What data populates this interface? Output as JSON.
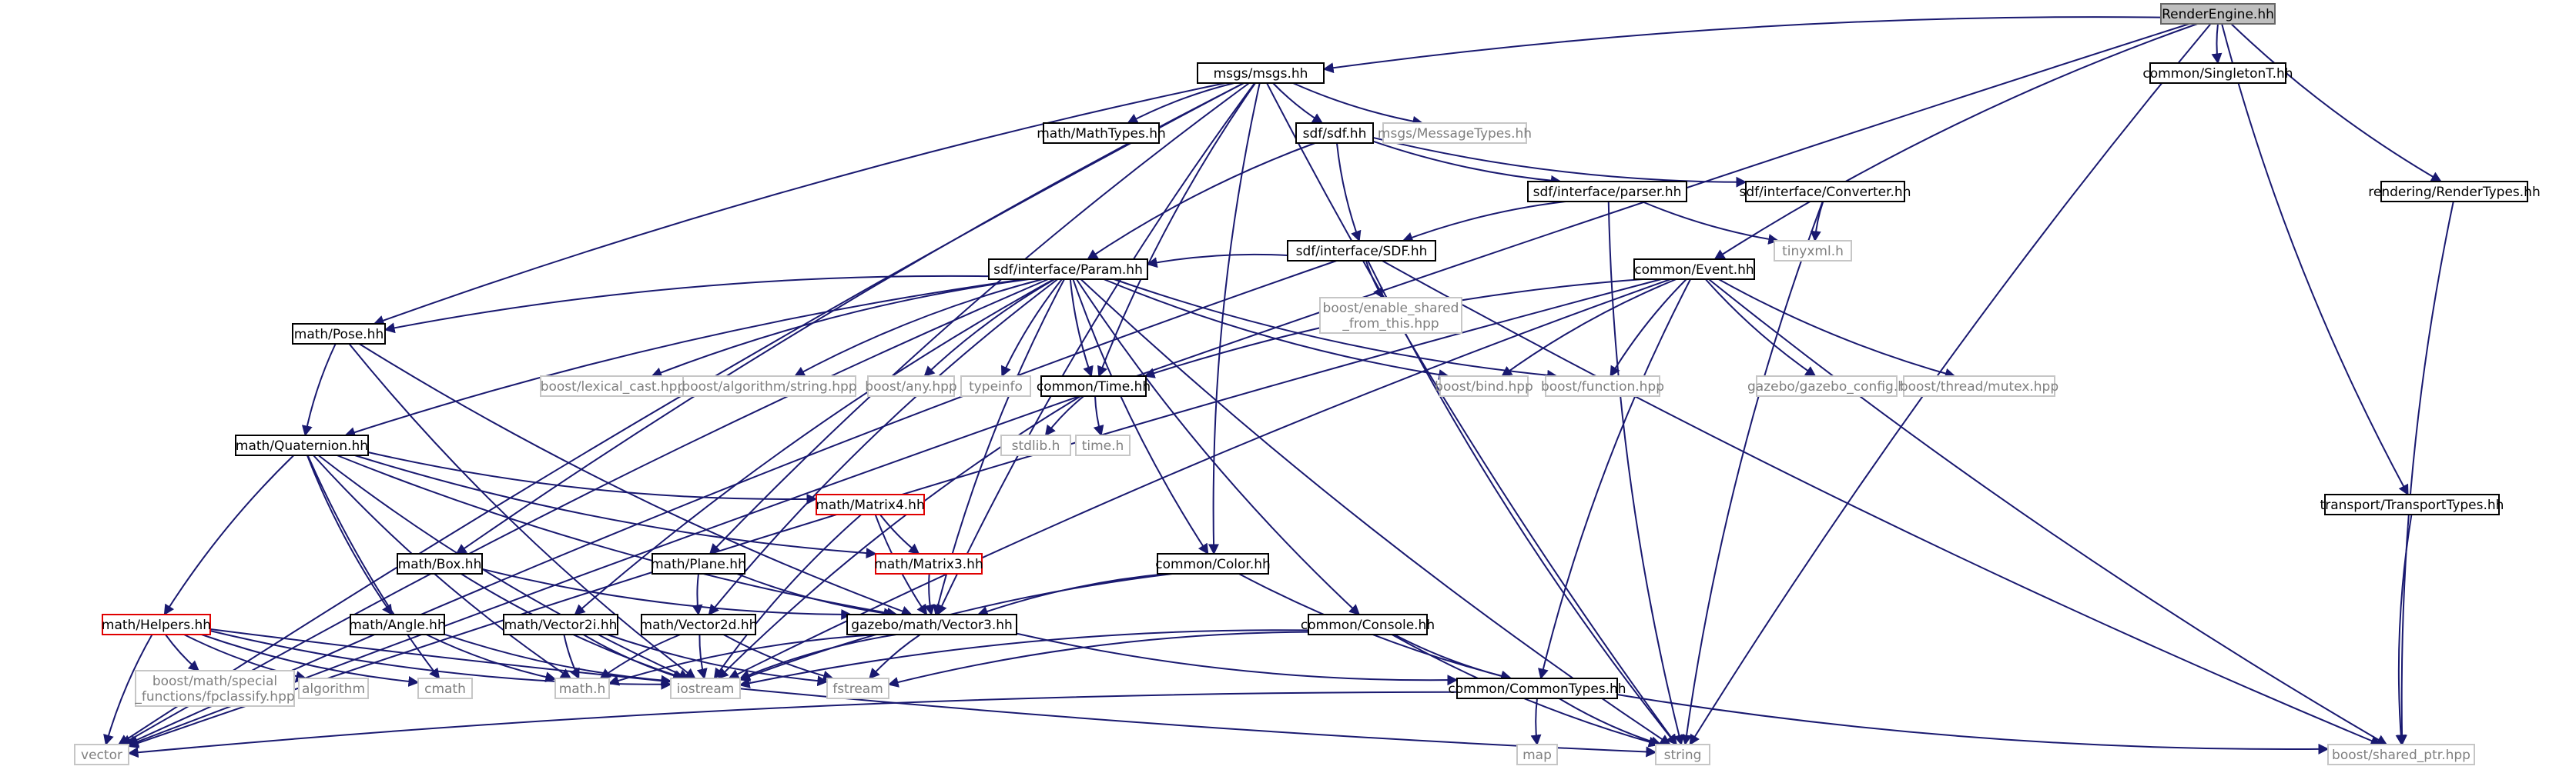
{
  "colors": {
    "edge": "#191970",
    "edge_system": "#9a9a9a",
    "border": "#000000",
    "border_root": "#666666",
    "fill_root": "#bfbfbf",
    "border_truncated": "#e00000",
    "border_system": "#c6c6c6",
    "text": "#000000",
    "text_system": "#7f7f7f"
  },
  "nodes": [
    {
      "id": "render_engine",
      "label": "RenderEngine.hh",
      "kind": "root"
    },
    {
      "id": "msgs",
      "label": "msgs/msgs.hh",
      "kind": "header"
    },
    {
      "id": "singletont",
      "label": "common/SingletonT.hh",
      "kind": "header"
    },
    {
      "id": "rendertypes",
      "label": "rendering/RenderTypes.hh",
      "kind": "header"
    },
    {
      "id": "mathtypes",
      "label": "math/MathTypes.hh",
      "kind": "header"
    },
    {
      "id": "sdf",
      "label": "sdf/sdf.hh",
      "kind": "header"
    },
    {
      "id": "messagetypes",
      "label": "msgs/MessageTypes.hh",
      "kind": "system"
    },
    {
      "id": "parser",
      "label": "sdf/interface/parser.hh",
      "kind": "header"
    },
    {
      "id": "converter",
      "label": "sdf/interface/Converter.hh",
      "kind": "header"
    },
    {
      "id": "tinyxml",
      "label": "tinyxml.h",
      "kind": "system"
    },
    {
      "id": "sdfsdf",
      "label": "sdf/interface/SDF.hh",
      "kind": "header"
    },
    {
      "id": "enable_shared",
      "label": "boost/enable_shared\n_from_this.hpp",
      "kind": "system"
    },
    {
      "id": "param",
      "label": "sdf/interface/Param.hh",
      "kind": "header"
    },
    {
      "id": "event",
      "label": "common/Event.hh",
      "kind": "header"
    },
    {
      "id": "pose",
      "label": "math/Pose.hh",
      "kind": "header"
    },
    {
      "id": "lexical_cast",
      "label": "boost/lexical_cast.hpp",
      "kind": "system"
    },
    {
      "id": "algo_string",
      "label": "boost/algorithm/string.hpp",
      "kind": "system"
    },
    {
      "id": "any",
      "label": "boost/any.hpp",
      "kind": "system"
    },
    {
      "id": "typeinfo",
      "label": "typeinfo",
      "kind": "system"
    },
    {
      "id": "time",
      "label": "common/Time.hh",
      "kind": "header"
    },
    {
      "id": "bind",
      "label": "boost/bind.hpp",
      "kind": "system"
    },
    {
      "id": "function",
      "label": "boost/function.hpp",
      "kind": "system"
    },
    {
      "id": "gazebo_config",
      "label": "gazebo/gazebo_config.h",
      "kind": "system"
    },
    {
      "id": "mutex",
      "label": "boost/thread/mutex.hpp",
      "kind": "system"
    },
    {
      "id": "quaternion",
      "label": "math/Quaternion.hh",
      "kind": "header"
    },
    {
      "id": "stdlib",
      "label": "stdlib.h",
      "kind": "system"
    },
    {
      "id": "timeh",
      "label": "time.h",
      "kind": "system"
    },
    {
      "id": "matrix4",
      "label": "math/Matrix4.hh",
      "kind": "truncated"
    },
    {
      "id": "box",
      "label": "math/Box.hh",
      "kind": "header"
    },
    {
      "id": "plane",
      "label": "math/Plane.hh",
      "kind": "header"
    },
    {
      "id": "matrix3",
      "label": "math/Matrix3.hh",
      "kind": "truncated"
    },
    {
      "id": "color",
      "label": "common/Color.hh",
      "kind": "header"
    },
    {
      "id": "transporttypes",
      "label": "transport/TransportTypes.hh",
      "kind": "header"
    },
    {
      "id": "helpers",
      "label": "math/Helpers.hh",
      "kind": "truncated"
    },
    {
      "id": "angle",
      "label": "math/Angle.hh",
      "kind": "header"
    },
    {
      "id": "vector2i",
      "label": "math/Vector2i.hh",
      "kind": "header"
    },
    {
      "id": "vector2d",
      "label": "math/Vector2d.hh",
      "kind": "header"
    },
    {
      "id": "vector3",
      "label": "gazebo/math/Vector3.hh",
      "kind": "header"
    },
    {
      "id": "console",
      "label": "common/Console.hh",
      "kind": "header"
    },
    {
      "id": "fpclassify",
      "label": "boost/math/special\n_functions/fpclassify.hpp",
      "kind": "system"
    },
    {
      "id": "algorithm",
      "label": "algorithm",
      "kind": "system"
    },
    {
      "id": "cmath",
      "label": "cmath",
      "kind": "system"
    },
    {
      "id": "mathh",
      "label": "math.h",
      "kind": "system"
    },
    {
      "id": "iostream",
      "label": "iostream",
      "kind": "system"
    },
    {
      "id": "fstream",
      "label": "fstream",
      "kind": "system"
    },
    {
      "id": "commontypes",
      "label": "common/CommonTypes.hh",
      "kind": "header"
    },
    {
      "id": "vector",
      "label": "vector",
      "kind": "system"
    },
    {
      "id": "map",
      "label": "map",
      "kind": "system"
    },
    {
      "id": "string",
      "label": "string",
      "kind": "system"
    },
    {
      "id": "shared_ptr",
      "label": "boost/shared_ptr.hpp",
      "kind": "system"
    }
  ],
  "edges": [
    [
      "render_engine",
      "msgs"
    ],
    [
      "render_engine",
      "singletont"
    ],
    [
      "render_engine",
      "rendertypes"
    ],
    [
      "render_engine",
      "event"
    ],
    [
      "render_engine",
      "transporttypes"
    ],
    [
      "render_engine",
      "vector"
    ],
    [
      "render_engine",
      "string"
    ],
    [
      "msgs",
      "mathtypes"
    ],
    [
      "msgs",
      "sdf"
    ],
    [
      "msgs",
      "messagetypes"
    ],
    [
      "msgs",
      "pose"
    ],
    [
      "msgs",
      "box"
    ],
    [
      "msgs",
      "plane"
    ],
    [
      "msgs",
      "time"
    ],
    [
      "msgs",
      "vector3"
    ],
    [
      "msgs",
      "color"
    ],
    [
      "msgs",
      "string"
    ],
    [
      "msgs",
      "vector"
    ],
    [
      "sdf",
      "parser"
    ],
    [
      "sdf",
      "converter"
    ],
    [
      "sdf",
      "sdfsdf"
    ],
    [
      "sdf",
      "param"
    ],
    [
      "parser",
      "sdfsdf"
    ],
    [
      "parser",
      "tinyxml"
    ],
    [
      "parser",
      "string"
    ],
    [
      "converter",
      "tinyxml"
    ],
    [
      "converter",
      "string"
    ],
    [
      "sdfsdf",
      "param"
    ],
    [
      "sdfsdf",
      "enable_shared"
    ],
    [
      "sdfsdf",
      "string"
    ],
    [
      "sdfsdf",
      "vector"
    ],
    [
      "sdfsdf",
      "shared_ptr"
    ],
    [
      "param",
      "pose"
    ],
    [
      "param",
      "quaternion"
    ],
    [
      "param",
      "lexical_cast"
    ],
    [
      "param",
      "algo_string"
    ],
    [
      "param",
      "any"
    ],
    [
      "param",
      "typeinfo"
    ],
    [
      "param",
      "time"
    ],
    [
      "param",
      "bind"
    ],
    [
      "param",
      "function"
    ],
    [
      "param",
      "vector2i"
    ],
    [
      "param",
      "vector2d"
    ],
    [
      "param",
      "vector3"
    ],
    [
      "param",
      "color"
    ],
    [
      "param",
      "console"
    ],
    [
      "param",
      "string"
    ],
    [
      "param",
      "vector"
    ],
    [
      "event",
      "time"
    ],
    [
      "event",
      "bind"
    ],
    [
      "event",
      "function"
    ],
    [
      "event",
      "gazebo_config"
    ],
    [
      "event",
      "mutex"
    ],
    [
      "event",
      "commontypes"
    ],
    [
      "event",
      "iostream"
    ],
    [
      "event",
      "vector"
    ],
    [
      "event",
      "shared_ptr"
    ],
    [
      "pose",
      "quaternion"
    ],
    [
      "pose",
      "vector3"
    ],
    [
      "pose",
      "iostream"
    ],
    [
      "time",
      "stdlib"
    ],
    [
      "time",
      "timeh"
    ],
    [
      "time",
      "iostream"
    ],
    [
      "quaternion",
      "helpers"
    ],
    [
      "quaternion",
      "angle"
    ],
    [
      "quaternion",
      "matrix4"
    ],
    [
      "quaternion",
      "matrix3"
    ],
    [
      "quaternion",
      "vector3"
    ],
    [
      "quaternion",
      "cmath"
    ],
    [
      "quaternion",
      "iostream"
    ],
    [
      "quaternion",
      "mathh"
    ],
    [
      "matrix4",
      "matrix3"
    ],
    [
      "matrix4",
      "vector3"
    ],
    [
      "matrix4",
      "iostream"
    ],
    [
      "matrix3",
      "vector3"
    ],
    [
      "box",
      "vector3"
    ],
    [
      "box",
      "iostream"
    ],
    [
      "plane",
      "vector2d"
    ],
    [
      "plane",
      "vector3"
    ],
    [
      "color",
      "vector3"
    ],
    [
      "color",
      "iostream"
    ],
    [
      "color",
      "commontypes"
    ],
    [
      "transporttypes",
      "shared_ptr"
    ],
    [
      "rendertypes",
      "shared_ptr"
    ],
    [
      "helpers",
      "fpclassify"
    ],
    [
      "helpers",
      "algorithm"
    ],
    [
      "helpers",
      "cmath"
    ],
    [
      "helpers",
      "vector"
    ],
    [
      "helpers",
      "string"
    ],
    [
      "helpers",
      "iostream"
    ],
    [
      "angle",
      "mathh"
    ],
    [
      "angle",
      "iostream"
    ],
    [
      "vector2i",
      "mathh"
    ],
    [
      "vector2i",
      "iostream"
    ],
    [
      "vector2i",
      "fstream"
    ],
    [
      "vector2d",
      "mathh"
    ],
    [
      "vector2d",
      "iostream"
    ],
    [
      "vector2d",
      "fstream"
    ],
    [
      "vector3",
      "iostream"
    ],
    [
      "vector3",
      "fstream"
    ],
    [
      "vector3",
      "mathh"
    ],
    [
      "vector3",
      "commontypes"
    ],
    [
      "console",
      "iostream"
    ],
    [
      "console",
      "fstream"
    ],
    [
      "console",
      "string"
    ],
    [
      "console",
      "commontypes"
    ],
    [
      "commontypes",
      "vector"
    ],
    [
      "commontypes",
      "map"
    ],
    [
      "commontypes",
      "string"
    ],
    [
      "commontypes",
      "shared_ptr"
    ]
  ]
}
